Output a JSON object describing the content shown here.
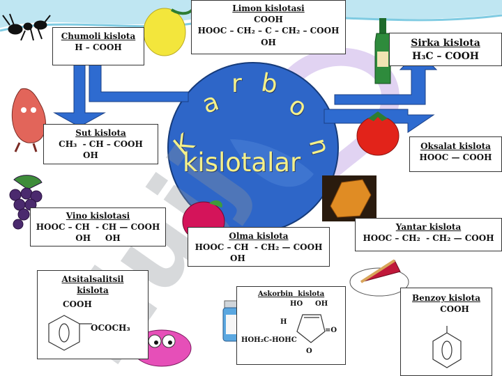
{
  "colors": {
    "circle": "#2e66c8",
    "arrow": "#2e6bd0",
    "letters": "#f4f08a",
    "watermark": "#9aa0a6"
  },
  "center": {
    "word_letters": [
      "K",
      "a",
      "r",
      "b",
      "o",
      "n"
    ],
    "subtitle": "kislotalar",
    "watermark": "Hujj"
  },
  "boxes": {
    "limon": {
      "title": "Limon   kislotasi",
      "lines": [
        "COOH",
        "HOOC – CH₂ – C – CH₂ – COOH",
        "OH"
      ]
    },
    "chumoli": {
      "title": "Chumoli  kislota",
      "lines": [
        "H – COOH"
      ]
    },
    "sirka": {
      "title": "Sirka kislota",
      "lines": [
        "H₃C – COOH"
      ]
    },
    "sut": {
      "title": "Sut  kislota",
      "lines": [
        "CH₃  - CH – COOH",
        "OH"
      ]
    },
    "oksalat": {
      "title": "Oksalat  kislota",
      "lines": [
        "HOOC — COOH"
      ]
    },
    "vino": {
      "title": "Vino kislotasi",
      "lines": [
        "HOOC – CH  - CH — COOH",
        "OH     OH"
      ]
    },
    "olma": {
      "title": "Olma  kislota",
      "lines": [
        "HOOC – CH  - CH₂ — COOH",
        "OH"
      ]
    },
    "yantar": {
      "title": "Yantar  kislota",
      "lines": [
        "HOOC – CH₂  - CH₂ — COOH"
      ]
    },
    "atsitalsalitsil": {
      "title": "Atsitalsalitsil",
      "title2": "kislota",
      "lines": [
        "COOH",
        "OCOCH₃"
      ]
    },
    "askorbin": {
      "title": "Askorbin  kislota",
      "labels": [
        "HO",
        "OH",
        "H",
        "=O",
        "HOH₂C-HOHC",
        "O"
      ]
    },
    "benzoy": {
      "title": "Benzoy  kislota",
      "lines": [
        "COOH"
      ]
    }
  }
}
